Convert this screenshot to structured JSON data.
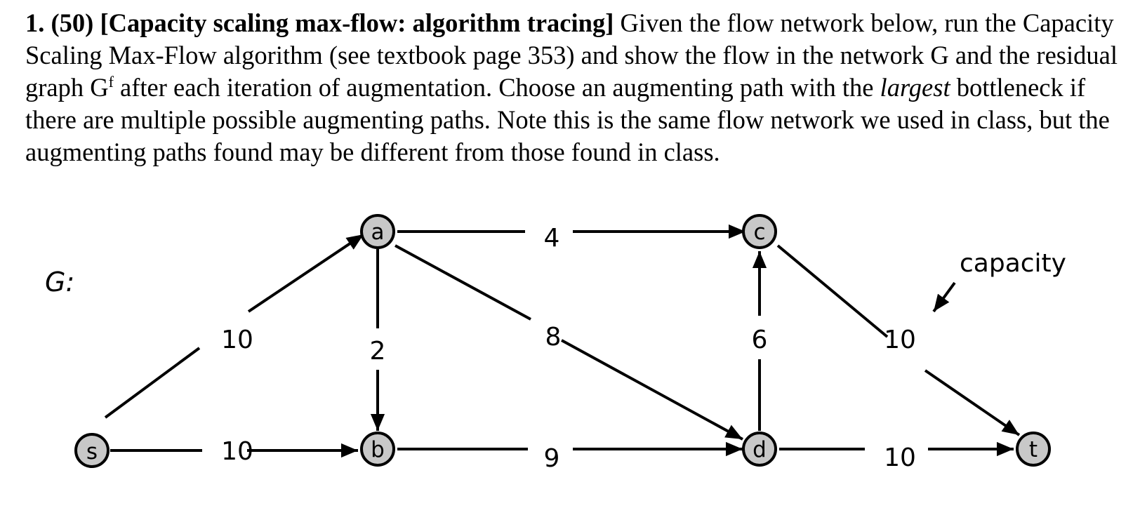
{
  "problem": {
    "number": "1.",
    "points": "(50)",
    "topic": "[Capacity scaling max-flow: algorithm tracing]",
    "text_1": " Given the flow network below, run the Capacity Scaling Max-Flow algorithm (see textbook page 353) and show the flow in the network G and the residual graph G",
    "residual_superscript": "f",
    "text_2": " after each iteration of augmentation.  Choose an augmenting path with the ",
    "emphasis": "largest",
    "text_3": " bottleneck if there are multiple possible augmenting paths. Note this is the same flow network we used in class, but the augmenting paths found may be different from those found in class."
  },
  "graph": {
    "label": "G:",
    "annotation": "capacity",
    "nodes": {
      "s": "s",
      "a": "a",
      "b": "b",
      "c": "c",
      "d": "d",
      "t": "t"
    },
    "edges": [
      {
        "from": "s",
        "to": "a",
        "capacity": "10"
      },
      {
        "from": "s",
        "to": "b",
        "capacity": "10"
      },
      {
        "from": "a",
        "to": "b",
        "capacity": "2"
      },
      {
        "from": "a",
        "to": "c",
        "capacity": "4"
      },
      {
        "from": "a",
        "to": "d",
        "capacity": "8"
      },
      {
        "from": "b",
        "to": "d",
        "capacity": "9"
      },
      {
        "from": "d",
        "to": "c",
        "capacity": "6"
      },
      {
        "from": "c",
        "to": "t",
        "capacity": "10"
      },
      {
        "from": "d",
        "to": "t",
        "capacity": "10"
      }
    ]
  }
}
